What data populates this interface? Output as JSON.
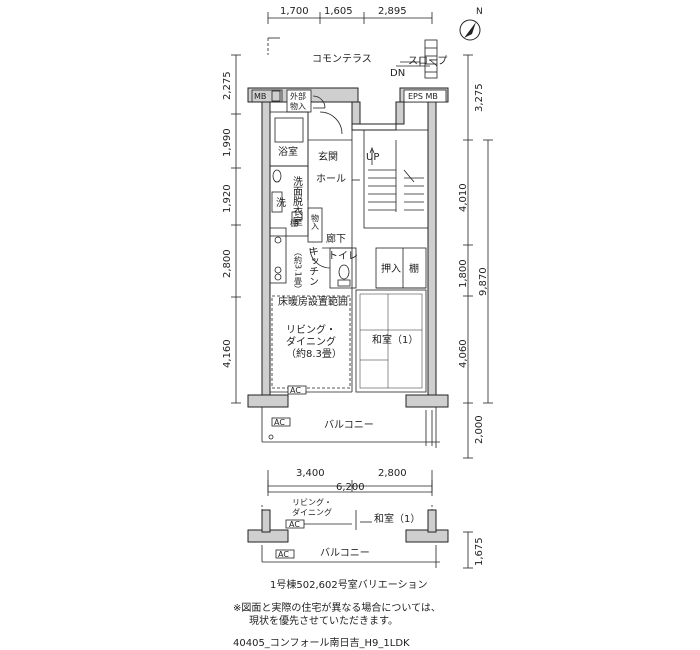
{
  "compass": {
    "label": "N"
  },
  "dimensions": {
    "top": [
      "1,700",
      "1,605",
      "2,895"
    ],
    "left": [
      "2,275",
      "1,990",
      "1,920",
      "2,800",
      "4,160"
    ],
    "right": [
      "3,275",
      "4,010",
      "1,800",
      "9,870",
      "4,060",
      "2,000"
    ],
    "bottom": [
      "3,400",
      "2,800",
      "6,200"
    ],
    "variation_right": "1,675"
  },
  "rooms": {
    "common_terrace": "コモンテラス",
    "slope": "スロープ",
    "dn": "DN",
    "mb_left": "MB",
    "outside_storage_1": "外部",
    "outside_storage_2": "物入",
    "eps_mb": "EPS MB",
    "bath": "浴室",
    "entrance": "玄関",
    "up": "UP",
    "hall": "ホール",
    "washroom": "洗面脱衣室",
    "wash": "洗",
    "shelf_small": "棚",
    "storage": "物入",
    "corridor": "廊下",
    "kitchen": "キッチン",
    "kitchen_size": "（約3.1畳）",
    "toilet": "トイレ",
    "oshiire": "押入",
    "shelf": "棚",
    "floor_heating": "床暖房設置範囲",
    "living_1": "リビング・",
    "living_2": "ダイニング",
    "living_size": "（約8.3畳）",
    "japanese_room": "和室（1）",
    "ac": "AC",
    "balcony": "バルコニー"
  },
  "variation": {
    "living_1": "リビング・",
    "living_2": "ダイニング",
    "japanese_room": "和室（1）",
    "ac": "AC",
    "balcony": "バルコニー",
    "caption": "1号棟502,602号室バリエーション"
  },
  "notes": {
    "line1": "※図面と実際の住宅が異なる場合については、",
    "line2": "現状を優先させていただきます。"
  },
  "footer": "40405_コンフォール南日吉_H9_1LDK"
}
